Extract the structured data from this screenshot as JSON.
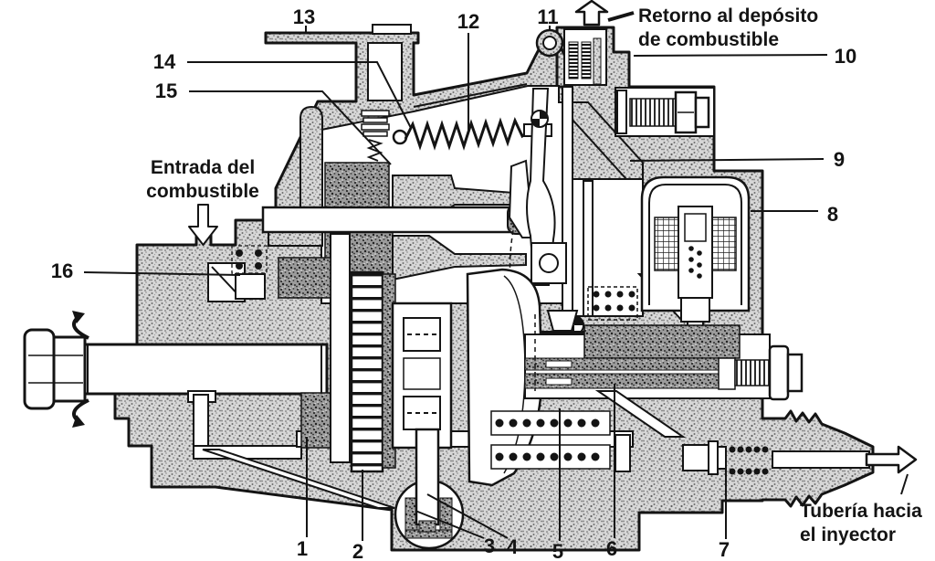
{
  "annotations": {
    "fuel_return_line1": "Retorno al depósito",
    "fuel_return_line2": "de combustible",
    "fuel_inlet_line1": "Entrada del",
    "fuel_inlet_line2": "combustible",
    "injector_line1": "Tubería hacia",
    "injector_line2": "el inyector"
  },
  "parts": {
    "p1": "1",
    "p2": "2",
    "p3": "3",
    "p4": "4",
    "p5": "5",
    "p6": "6",
    "p7": "7",
    "p8": "8",
    "p9": "9",
    "p10": "10",
    "p11": "11",
    "p12": "12",
    "p13": "13",
    "p14": "14",
    "p15": "15",
    "p16": "16"
  },
  "icons": {
    "fuel_return": "arrow-up",
    "fuel_inlet": "arrow-down",
    "injector_outlet": "arrow-right",
    "shaft_rotation": "curved-rotation-arrows"
  },
  "colors": {
    "ink": "#141414",
    "paper": "#ffffff",
    "body_light": "#d7d7d7",
    "body_dark": "#9b9b9b"
  }
}
